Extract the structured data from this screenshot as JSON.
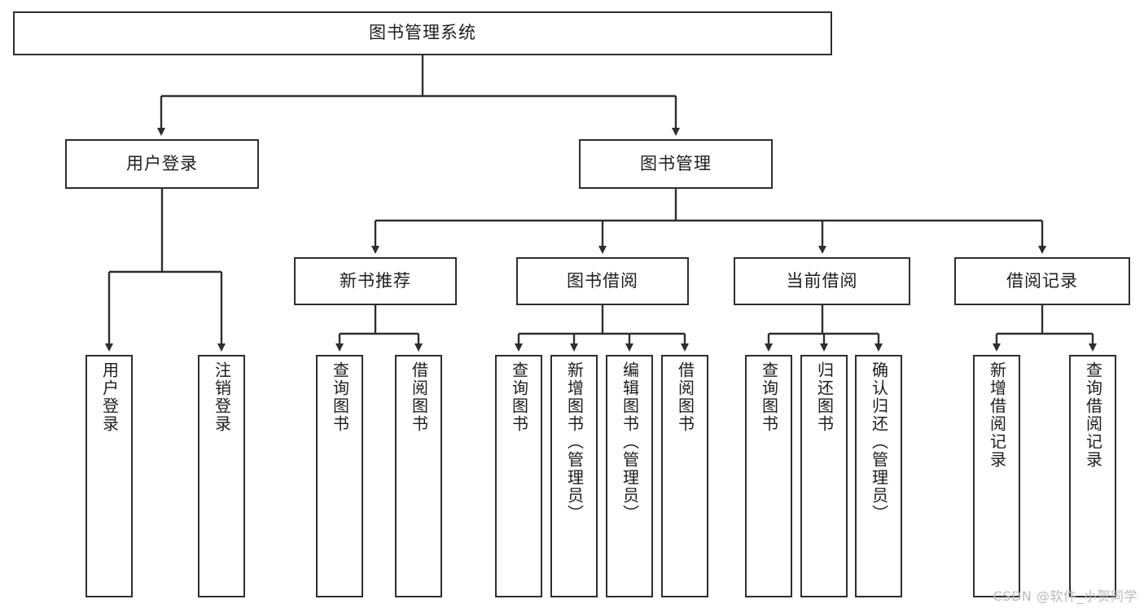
{
  "diagram": {
    "type": "tree-hierarchy",
    "title": "图书管理系统",
    "root": {
      "label": "图书管理系统"
    },
    "level1": [
      {
        "label": "用户登录"
      },
      {
        "label": "图书管理"
      }
    ],
    "level2": [
      {
        "label": "新书推荐",
        "parent": "图书管理"
      },
      {
        "label": "图书借阅",
        "parent": "图书管理"
      },
      {
        "label": "当前借阅",
        "parent": "图书管理"
      },
      {
        "label": "借阅记录",
        "parent": "图书管理"
      }
    ],
    "leaves": {
      "user_login": [
        {
          "label": "用户登录"
        },
        {
          "label": "注销登录"
        }
      ],
      "new_book_recommend": [
        {
          "label": "查询图书"
        },
        {
          "label": "借阅图书"
        }
      ],
      "book_borrow": [
        {
          "label": "查询图书"
        },
        {
          "label": "新增图书（管理员）"
        },
        {
          "label": "编辑图书（管理员）"
        },
        {
          "label": "借阅图书"
        }
      ],
      "current_borrow": [
        {
          "label": "查询图书"
        },
        {
          "label": "归还图书"
        },
        {
          "label": "确认归还（管理员）"
        }
      ],
      "borrow_record": [
        {
          "label": "新增借阅记录"
        },
        {
          "label": "查询借阅记录"
        }
      ]
    }
  },
  "watermark": {
    "text": "CSDN @软件_小贺同学"
  },
  "colors": {
    "border": "#2e2e2e",
    "text": "#1d1d1d",
    "background": "#ffffff",
    "watermark": "#b9b9b9"
  }
}
